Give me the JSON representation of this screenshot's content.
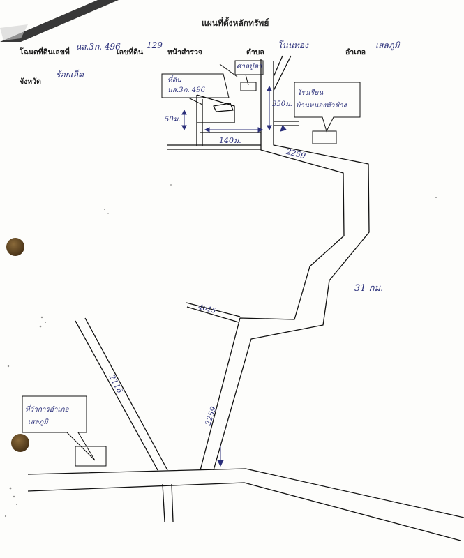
{
  "header": {
    "title": "แผนที่ตั้งหลักทรัพย์",
    "label_deed": "โฉนดที่ดินเลขที่",
    "value_deed": "นส.3ก. 496",
    "label_land_no": "เลขที่ดิน",
    "value_land_no": "129",
    "label_survey_page": "หน้าสำรวจ",
    "value_survey_page": "-",
    "label_subdistrict": "ตำบล",
    "value_subdistrict": "โนนทอง",
    "label_district": "อำเภอ",
    "value_district": "เสลภูมิ",
    "label_province": "จังหวัด",
    "value_province": "ร้อยเอ็ด"
  },
  "map_labels": {
    "shrine": "ศาลปู่ตา",
    "plot_box_line1": "ที่ดิน",
    "plot_box_line2": "นส.3ก. 496",
    "width_label": "50ม.",
    "length_label": "140ม.",
    "distance_top": "350ม.",
    "school_line1": "โรงเรียน",
    "school_line2": "บ้านหนองหัวช้าง",
    "road_2259_upper": "2259",
    "road_2259_lower": "2259",
    "distance_long": "31 กม.",
    "road_left": "2116",
    "road_branch": "4015",
    "district_office_line1": "ที่ว่าการอำเภอ",
    "district_office_line2": "เสลภูมิ"
  },
  "colors": {
    "ink": "#2a2f7a",
    "line": "#111111"
  }
}
